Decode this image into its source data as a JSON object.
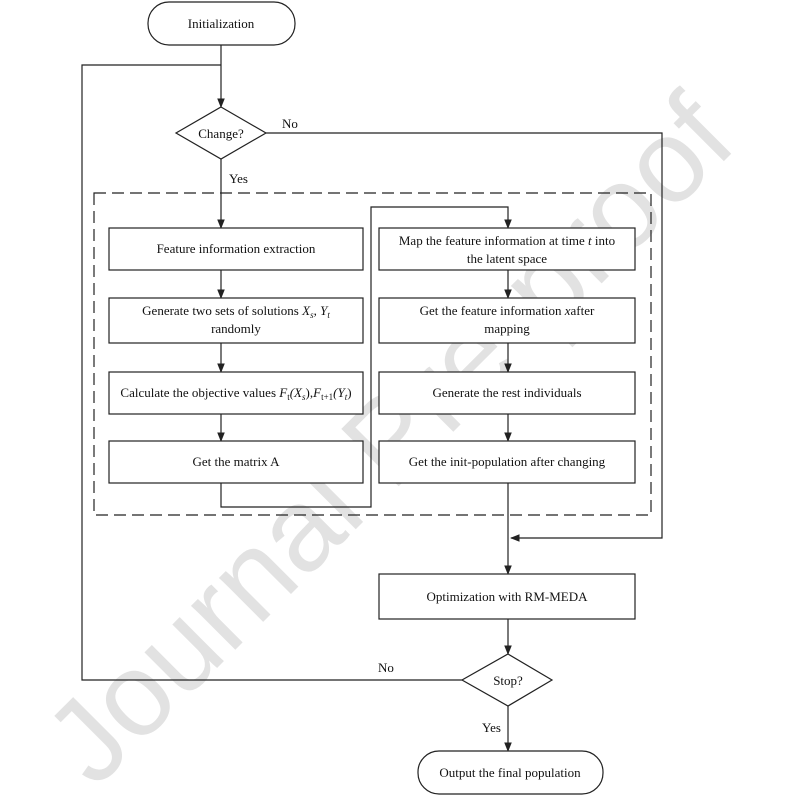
{
  "nodes": {
    "init": "Initialization",
    "change": "Change?",
    "feature_extraction": "Feature information extraction",
    "generate_line1": "Generate two sets of solutions",
    "generate_var1": "X",
    "generate_sub1": "s",
    "generate_sep": ",",
    "generate_var2": "Y",
    "generate_sub2": "t",
    "generate_line2": "randomly",
    "calc_prefix": "Calculate the objective values",
    "calc_f1": "F",
    "calc_f1_sub": "t",
    "calc_f1_arg": "(X",
    "calc_f1_arg_sub": "s",
    "calc_f1_close": "),",
    "calc_f2": "F",
    "calc_f2_sub": "t+1",
    "calc_f2_arg": "(Y",
    "calc_f2_arg_sub": "t",
    "calc_f2_close": ")",
    "matrix": "Get the matrix A",
    "map_line1_a": "Map the feature information at time",
    "map_line1_t": "t",
    "map_line1_b": "into",
    "map_line2": "the latent space",
    "get_feature_a": "Get the feature information",
    "get_feature_x": "x",
    "get_feature_b": "after",
    "get_feature_line2": "mapping",
    "rest": "Generate the rest  individuals",
    "init_pop": "Get the init-population after changing",
    "optimization": "Optimization with RM-MEDA",
    "stop": "Stop?",
    "output": "Output the final population"
  },
  "edge_labels": {
    "change_no": "No",
    "change_yes": "Yes",
    "stop_no": "No",
    "stop_yes": "Yes"
  },
  "watermark": "Journal Pre-proof"
}
